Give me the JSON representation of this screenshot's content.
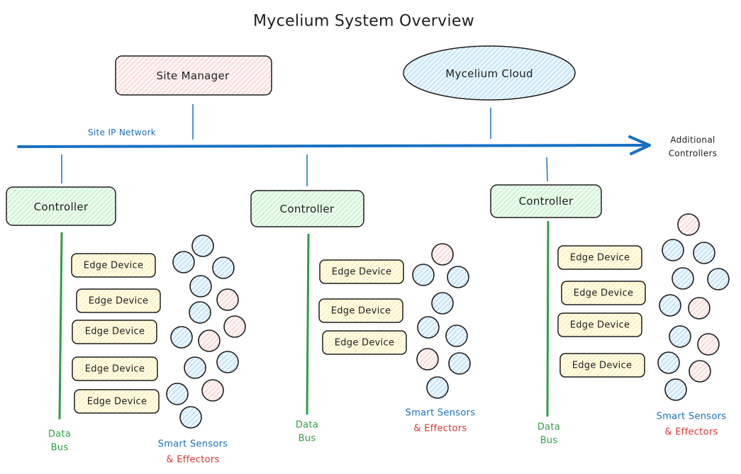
{
  "title": "Mycelium System Overview",
  "colors": {
    "network": "#1971c2",
    "data_bus": "#2f9e44",
    "stroke": "#1e1e1e",
    "site_manager_fill": "#ffc9c9",
    "cloud_fill": "#a5d8ff",
    "controller_fill": "#b2f2bb",
    "edge_fill": "#ffec99",
    "sensor_blue": "#a5d8ff",
    "sensor_pink": "#ffc9c9",
    "effectors_text": "#e03131"
  },
  "top_nodes": {
    "site_manager": "Site Manager",
    "cloud": "Mycelium Cloud"
  },
  "network": {
    "label": "Site IP Network",
    "arrow_label_line1": "Additional",
    "arrow_label_line2": "Controllers"
  },
  "clusters": [
    {
      "controller": "Controller",
      "edge_devices": [
        "Edge Device",
        "Edge Device",
        "Edge Device",
        "Edge Device",
        "Edge Device"
      ],
      "bus_label_line1": "Data",
      "bus_label_line2": "Bus",
      "sensors_label": "Smart Sensors",
      "effectors_label": "& Effectors",
      "sensors": [
        "blue",
        "blue",
        "blue",
        "blue",
        "pink",
        "blue",
        "pink",
        "blue",
        "pink",
        "blue",
        "blue",
        "blue",
        "pink",
        "blue"
      ]
    },
    {
      "controller": "Controller",
      "edge_devices": [
        "Edge Device",
        "Edge Device",
        "Edge Device"
      ],
      "bus_label_line1": "Data",
      "bus_label_line2": "Bus",
      "sensors_label": "Smart Sensors",
      "effectors_label": "& Effectors",
      "sensors": [
        "pink",
        "blue",
        "blue",
        "blue",
        "blue",
        "blue",
        "pink",
        "blue",
        "blue"
      ]
    },
    {
      "controller": "Controller",
      "edge_devices": [
        "Edge Device",
        "Edge Device",
        "Edge Device",
        "Edge Device"
      ],
      "bus_label_line1": "Data",
      "bus_label_line2": "Bus",
      "sensors_label": "Smart Sensors",
      "effectors_label": "& Effectors",
      "sensors": [
        "pink",
        "blue",
        "blue",
        "blue",
        "blue",
        "blue",
        "pink",
        "blue",
        "pink",
        "blue",
        "pink",
        "blue"
      ]
    }
  ]
}
